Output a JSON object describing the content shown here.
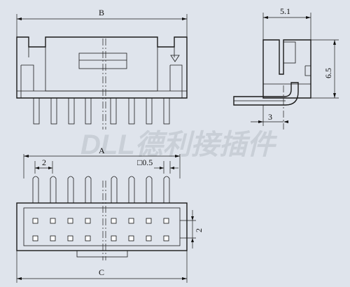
{
  "drawing": {
    "watermark": "DLL德利接插件",
    "pin_count": 8,
    "dimensions": {
      "top_width": "B",
      "side_width": "5.1",
      "side_height": "6.5",
      "side_lead": "3",
      "bottom_width_a": "A",
      "bottom_width_c": "C",
      "pitch_x": "2",
      "pitch_y": "2",
      "pin_size": "□0.5"
    }
  }
}
